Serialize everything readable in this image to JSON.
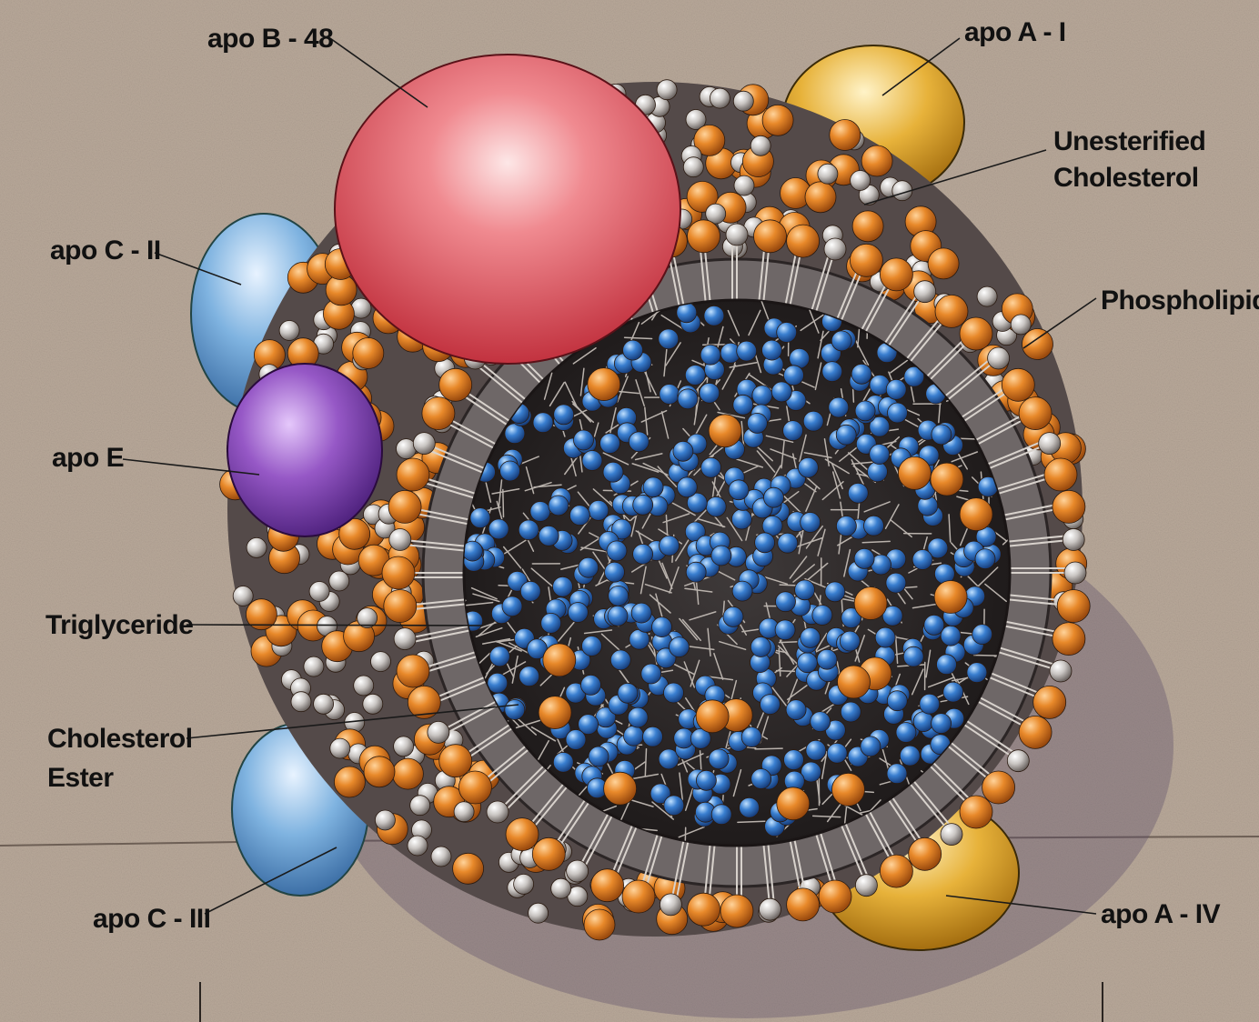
{
  "colors": {
    "background": "#b9a99a",
    "phospholipid_head": "#e8892a",
    "cholesterol_head": "#d0ccc9",
    "triglyceride": "#3a7fd0",
    "apo_b48": "#e9606c",
    "apo_a1": "#e7b23a",
    "apo_a4": "#e7b23a",
    "apo_c2": "#6fa6d6",
    "apo_c3": "#6fa6d6",
    "apo_e": "#8a4fb8"
  },
  "labels": {
    "apo_b48": "apo B - 48",
    "apo_a1": "apo A - I",
    "unesterified_cholesterol_line1": "Unesterified",
    "unesterified_cholesterol_line2": "Cholesterol",
    "apo_c2": "apo C - II",
    "phospholipid": "Phospholipid",
    "apo_e": "apo E",
    "triglyceride": "Triglyceride",
    "cholesterol_ester_line1": "Cholesterol",
    "cholesterol_ester_line2": "Ester",
    "apo_c3": "apo C - III",
    "apo_a4": "apo A - IV"
  }
}
